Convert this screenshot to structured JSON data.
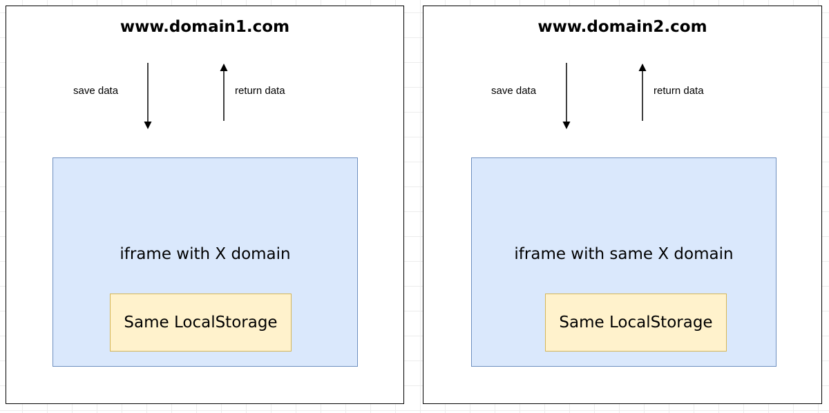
{
  "panels": [
    {
      "domain": "www.domain1.com",
      "save_label": "save data",
      "return_label": "return data",
      "iframe_label": "iframe with X domain",
      "storage_label": "Same LocalStorage"
    },
    {
      "domain": "www.domain2.com",
      "save_label": "save data",
      "return_label": "return data",
      "iframe_label": "iframe with same X domain",
      "storage_label": "Same LocalStorage"
    }
  ],
  "colors": {
    "iframe_fill": "#dae8fc",
    "iframe_border": "#6c8ebf",
    "storage_fill": "#fff2cc",
    "storage_border": "#d6b656"
  }
}
